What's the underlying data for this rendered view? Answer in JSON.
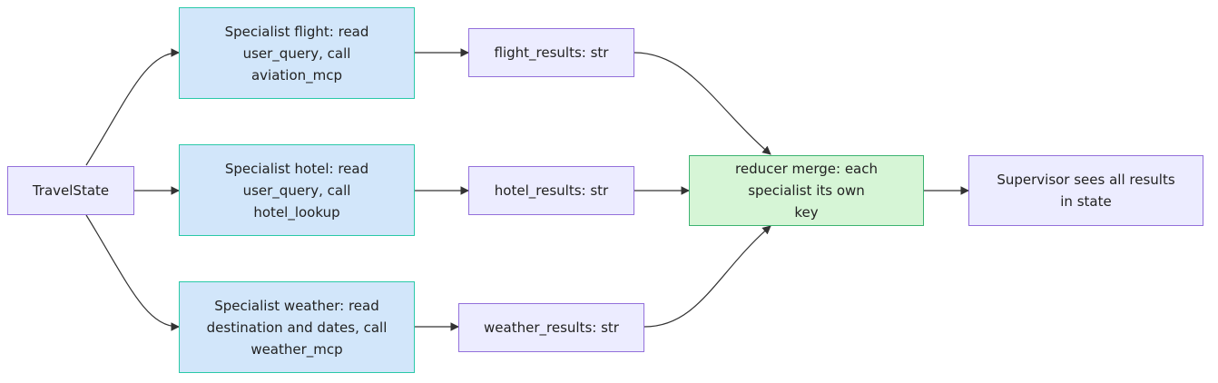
{
  "nodes": {
    "travel_state": "TravelState",
    "flight_specialist": "Specialist flight: read user_query, call aviation_mcp",
    "hotel_specialist": "Specialist hotel: read user_query, call hotel_lookup",
    "weather_specialist": "Specialist weather: read destination and dates, call weather_mcp",
    "flight_results": "flight_results: str",
    "hotel_results": "hotel_results: str",
    "weather_results": "weather_results: str",
    "reducer": "reducer merge: each specialist its own key",
    "supervisor": "Supervisor sees all results in state"
  },
  "colors": {
    "state_fill": "#ececff",
    "state_border": "#9370db",
    "specialist_fill": "#d2e6fa",
    "specialist_border": "#2ac9a8",
    "reducer_fill": "#d6f5d6",
    "reducer_border": "#3cb371",
    "edge": "#333333"
  }
}
